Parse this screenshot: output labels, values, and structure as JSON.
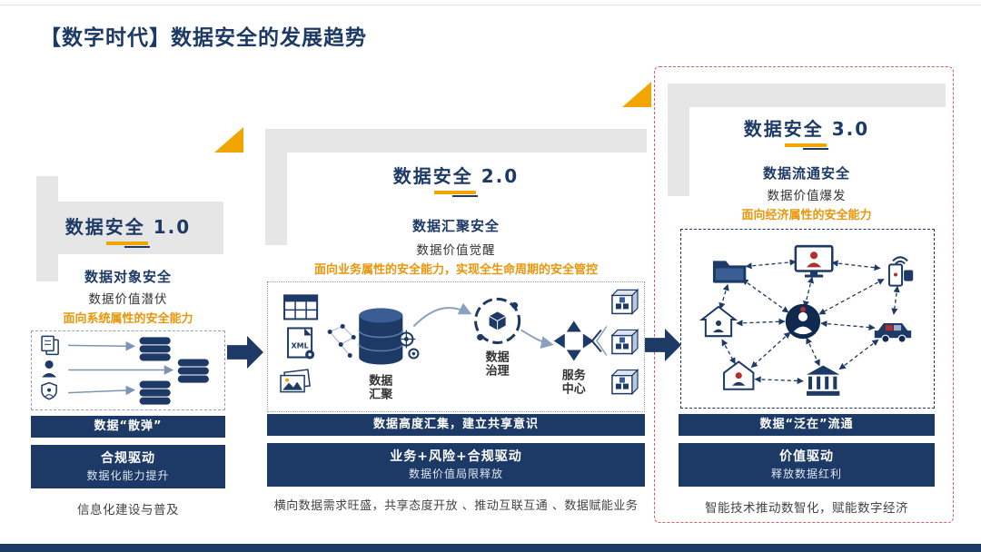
{
  "slide": {
    "title": "【数字时代】数据安全的发展趋势"
  },
  "colors": {
    "navy": "#1d3a66",
    "orange": "#f0a500",
    "band_gray": "#e6e6e6",
    "red_outline": "#e05b5b",
    "highlight_orange": "#e8960a"
  },
  "stages": [
    {
      "title": "数据安全 1.0",
      "heading": "数据对象安全",
      "subheading": "数据价值潜伏",
      "highlight": "面向系统属性的安全能力",
      "icons": [
        "document-icon",
        "user-icon",
        "shield-user-icon",
        "database-stack-icon"
      ],
      "banner_top": "数据“散弹”",
      "banner_bottom_line1": "合规驱动",
      "banner_bottom_line2": "数据化能力提升",
      "caption": "信息化建设与普及"
    },
    {
      "title": "数据安全 2.0",
      "heading": "数据汇聚安全",
      "subheading": "数据价值觉醒",
      "highlight": "面向业务属性的安全能力，实现全生命周期的安全管控",
      "icons": [
        "table-icon",
        "xml-file-icon",
        "images-icon",
        "data-points-icon",
        "database-icon",
        "gear-icon",
        "governance-icon",
        "service-arrows-icon",
        "cube-icon"
      ],
      "diagram": {
        "xml_label": "XML",
        "db_label_1": "数据",
        "db_label_2": "汇聚",
        "gov_label_1": "数据",
        "gov_label_2": "治理",
        "svc_label_1": "服务",
        "svc_label_2": "中心"
      },
      "banner_top": "数据高度汇集，建立共享意识",
      "banner_bottom_line1": "业务+风险+合规驱动",
      "banner_bottom_line2": "数据价值局限释放",
      "caption": "横向数据需求旺盛，共享态度开放 、推动互联互通 、数据赋能业务"
    },
    {
      "title": "数据安全 3.0",
      "heading": "数据流通安全",
      "subheading": "数据价值爆发",
      "highlight": "面向经济属性的安全能力",
      "icons": [
        "folder-icon",
        "monitor-user-icon",
        "smart-devices-icon",
        "home-icon",
        "hub-user-icon",
        "car-icon",
        "home-user-icon",
        "bank-icon"
      ],
      "banner_top": "数据“泛在”流通",
      "banner_bottom_line1": "价值驱动",
      "banner_bottom_line2": "释放数据红利",
      "caption": "智能技术推动数智化，赋能数字经济"
    }
  ]
}
